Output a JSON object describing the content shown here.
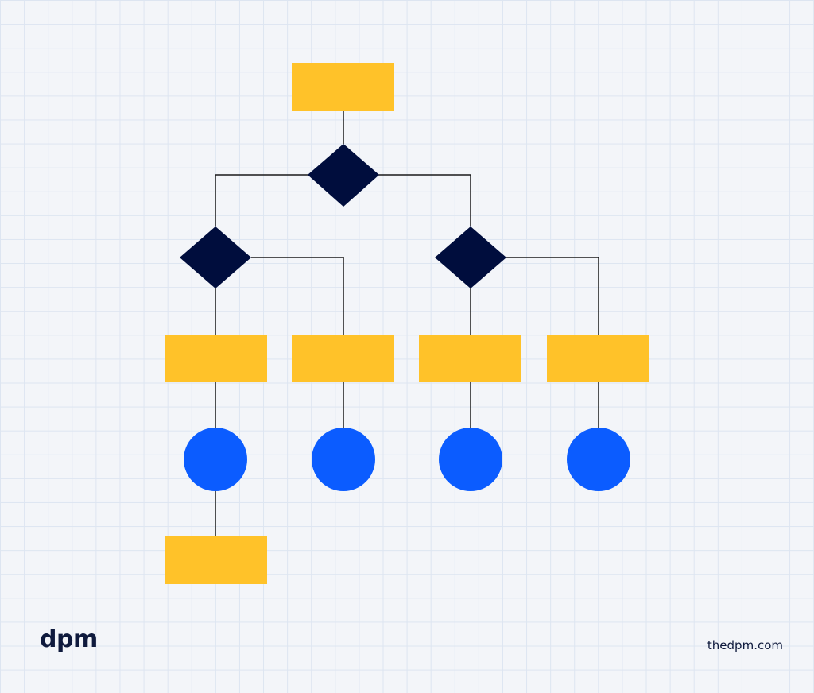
{
  "brand": {
    "logo_text": "dpm",
    "site": "thedpm.com"
  },
  "colors": {
    "background": "#f3f5f9",
    "grid": "#dde5f1",
    "process": "#ffc229",
    "decision": "#000d3d",
    "terminal": "#0b5cff",
    "connector": "#1a1a1a",
    "text": "#0f1a3d"
  },
  "diagram": {
    "type": "flowchart",
    "shapes": {
      "process": "rectangle",
      "decision": "diamond",
      "terminal": "circle"
    }
  }
}
